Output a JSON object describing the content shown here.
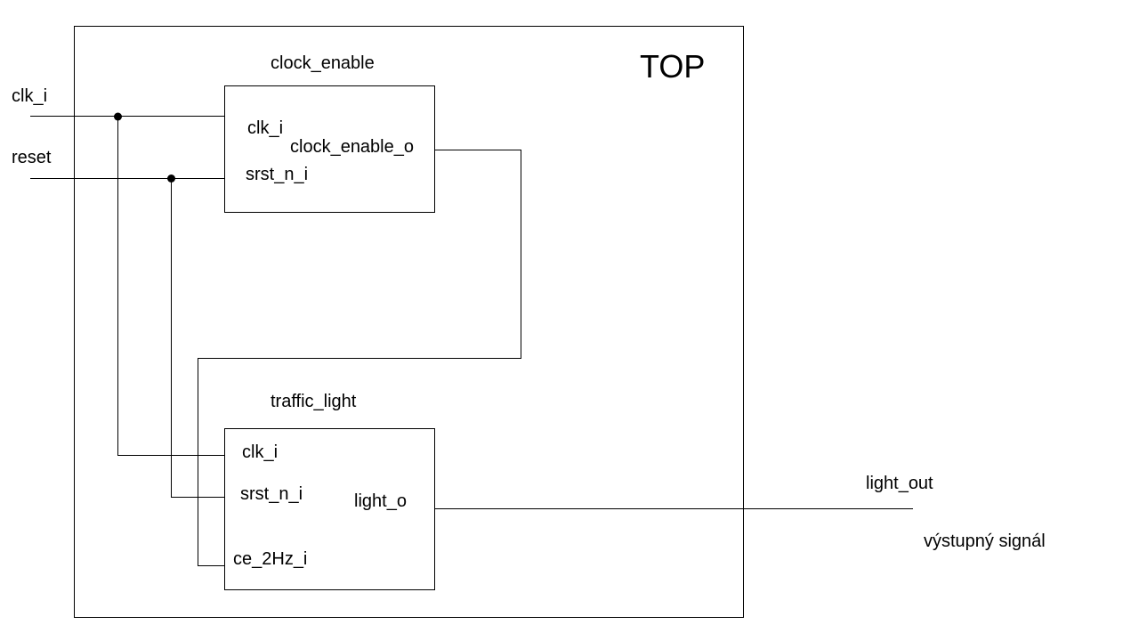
{
  "top_block": {
    "label": "TOP"
  },
  "clock_enable": {
    "title": "clock_enable",
    "ports": {
      "clk_i": "clk_i",
      "srst_n_i": "srst_n_i",
      "clock_enable_o": "clock_enable_o"
    }
  },
  "traffic_light": {
    "title": "traffic_light",
    "ports": {
      "clk_i": "clk_i",
      "srst_n_i": "srst_n_i",
      "ce_2Hz_i": "ce_2Hz_i",
      "light_o": "light_o"
    }
  },
  "external": {
    "clk_i": "clk_i",
    "reset": "reset",
    "light_out": "light_out",
    "output_note": "výstupný signál"
  },
  "colors": {
    "line": "#000000",
    "background": "#ffffff"
  }
}
